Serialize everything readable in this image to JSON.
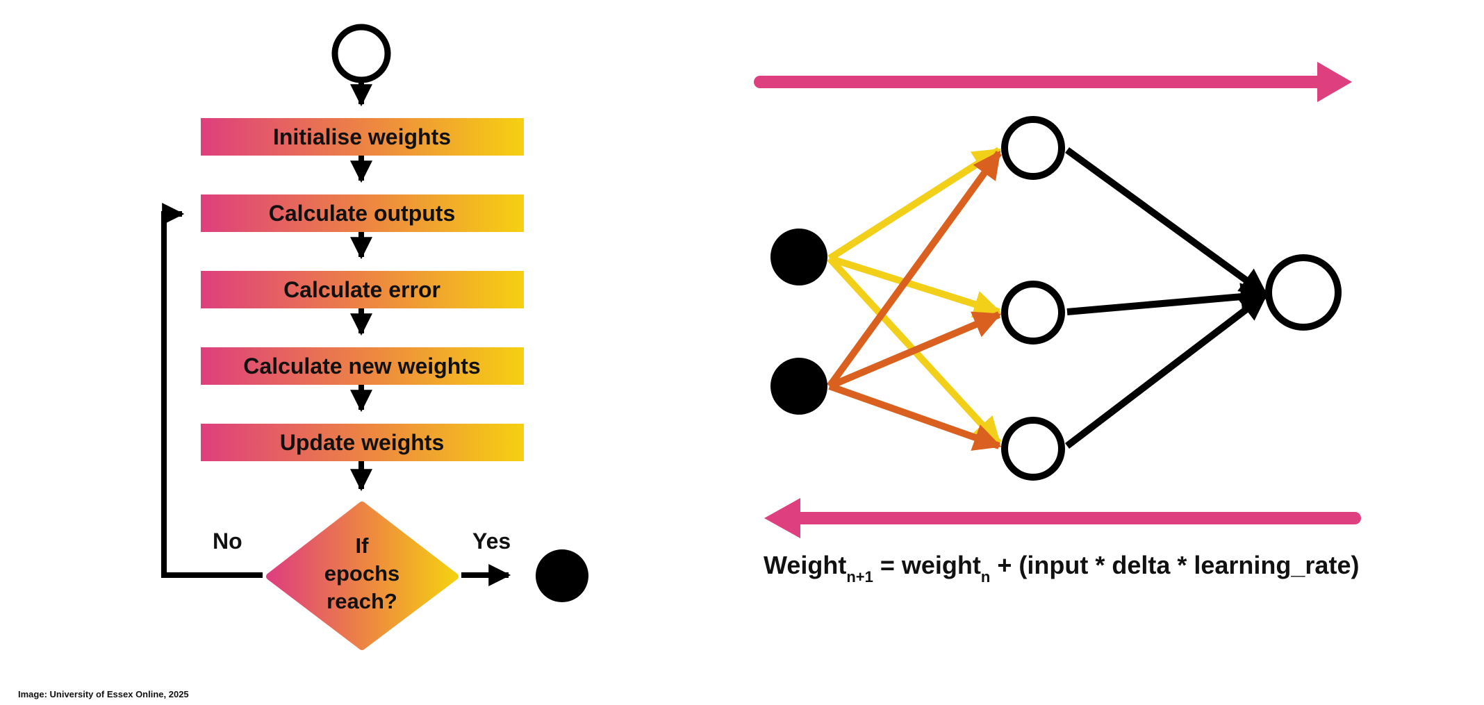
{
  "flowchart": {
    "steps": [
      "Initialise weights",
      "Calculate outputs",
      "Calculate error",
      "Calculate new weights",
      "Update weights"
    ],
    "decision": {
      "lines": [
        "If",
        "epochs",
        "reach?"
      ],
      "no_label": "No",
      "yes_label": "Yes"
    }
  },
  "formula": {
    "lhs": "Weight",
    "lhs_sub": "n+1",
    "equals": " = weight",
    "rhs_sub": "n",
    "rest": " + (input * delta * learning_rate)"
  },
  "credit": "Image: University of Essex Online, 2025",
  "colors": {
    "gradient_start": "#DE3F7E",
    "gradient_end": "#F5D012",
    "forward_arrow": "#DE3F7E",
    "yellow_connection": "#F2CF18",
    "orange_connection": "#D9601E",
    "black": "#000000"
  }
}
